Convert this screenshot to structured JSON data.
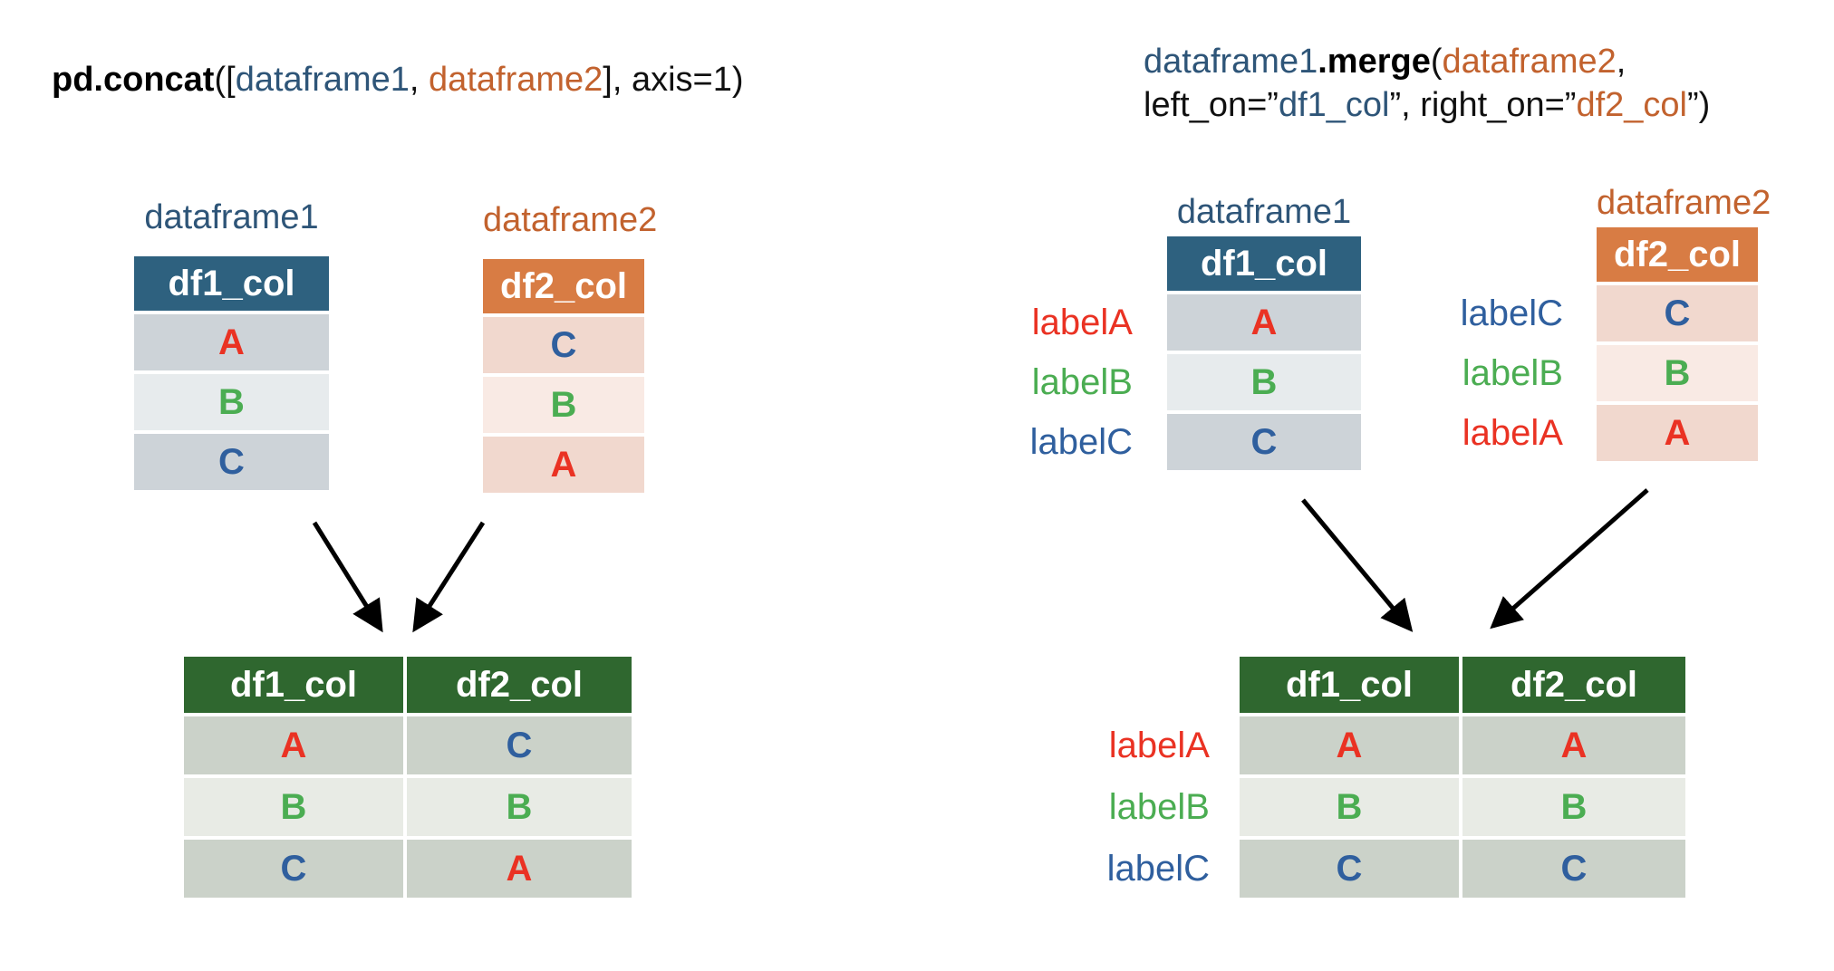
{
  "colors": {
    "blue_text": "#2E5578",
    "orange_text": "#C2622E",
    "red_value": "#EA3223",
    "green_value": "#4BAD52",
    "blue_value": "#2F5F9E",
    "df1_header_bg": "#2E617F",
    "df2_header_bg": "#D87C44",
    "result_header_bg": "#2F672F",
    "df1_row_bg": "#CDD3D8",
    "df1_row_alt_bg": "#E7EBED",
    "df2_row_bg": "#F1D8CE",
    "df2_row_alt_bg": "#F9EAE4",
    "result_row_bg": "#CBD2C9",
    "result_row_alt_bg": "#E8EBE5",
    "arrow": "#000000"
  },
  "left_panel": {
    "code": {
      "fn": "pd.concat",
      "open": "([",
      "arg1": "dataframe1",
      "sep": ", ",
      "arg2": "dataframe2",
      "close": "], axis=1)"
    },
    "df1": {
      "title": "dataframe1",
      "header": "df1_col",
      "rows": [
        {
          "value": "A",
          "color": "red"
        },
        {
          "value": "B",
          "color": "green"
        },
        {
          "value": "C",
          "color": "blue"
        }
      ]
    },
    "df2": {
      "title": "dataframe2",
      "header": "df2_col",
      "rows": [
        {
          "value": "C",
          "color": "blue"
        },
        {
          "value": "B",
          "color": "green"
        },
        {
          "value": "A",
          "color": "red"
        }
      ]
    },
    "result": {
      "headers": [
        "df1_col",
        "df2_col"
      ],
      "rows": [
        {
          "df1": {
            "value": "A",
            "color": "red"
          },
          "df2": {
            "value": "C",
            "color": "blue"
          }
        },
        {
          "df1": {
            "value": "B",
            "color": "green"
          },
          "df2": {
            "value": "B",
            "color": "green"
          }
        },
        {
          "df1": {
            "value": "C",
            "color": "blue"
          },
          "df2": {
            "value": "A",
            "color": "red"
          }
        }
      ]
    }
  },
  "right_panel": {
    "code": {
      "arg1": "dataframe1",
      "fn": ".merge",
      "open": "(",
      "arg2": "dataframe2",
      "comma": ",",
      "l2a": "left_on=”",
      "l2b": "df1_col",
      "l2c": "”, right_on=”",
      "l2d": "df2_col",
      "l2e": "”)"
    },
    "df1": {
      "title": "dataframe1",
      "header": "df1_col",
      "labels": [
        {
          "text": "labelA",
          "color": "red"
        },
        {
          "text": "labelB",
          "color": "green"
        },
        {
          "text": "labelC",
          "color": "blue"
        }
      ],
      "rows": [
        {
          "value": "A",
          "color": "red"
        },
        {
          "value": "B",
          "color": "green"
        },
        {
          "value": "C",
          "color": "blue"
        }
      ]
    },
    "df2": {
      "title": "dataframe2",
      "header": "df2_col",
      "labels": [
        {
          "text": "labelC",
          "color": "blue"
        },
        {
          "text": "labelB",
          "color": "green"
        },
        {
          "text": "labelA",
          "color": "red"
        }
      ],
      "rows": [
        {
          "value": "C",
          "color": "blue"
        },
        {
          "value": "B",
          "color": "green"
        },
        {
          "value": "A",
          "color": "red"
        }
      ]
    },
    "result": {
      "headers": [
        "df1_col",
        "df2_col"
      ],
      "labels": [
        {
          "text": "labelA",
          "color": "red"
        },
        {
          "text": "labelB",
          "color": "green"
        },
        {
          "text": "labelC",
          "color": "blue"
        }
      ],
      "rows": [
        {
          "df1": {
            "value": "A",
            "color": "red"
          },
          "df2": {
            "value": "A",
            "color": "red"
          }
        },
        {
          "df1": {
            "value": "B",
            "color": "green"
          },
          "df2": {
            "value": "B",
            "color": "green"
          }
        },
        {
          "df1": {
            "value": "C",
            "color": "blue"
          },
          "df2": {
            "value": "C",
            "color": "blue"
          }
        }
      ]
    }
  }
}
